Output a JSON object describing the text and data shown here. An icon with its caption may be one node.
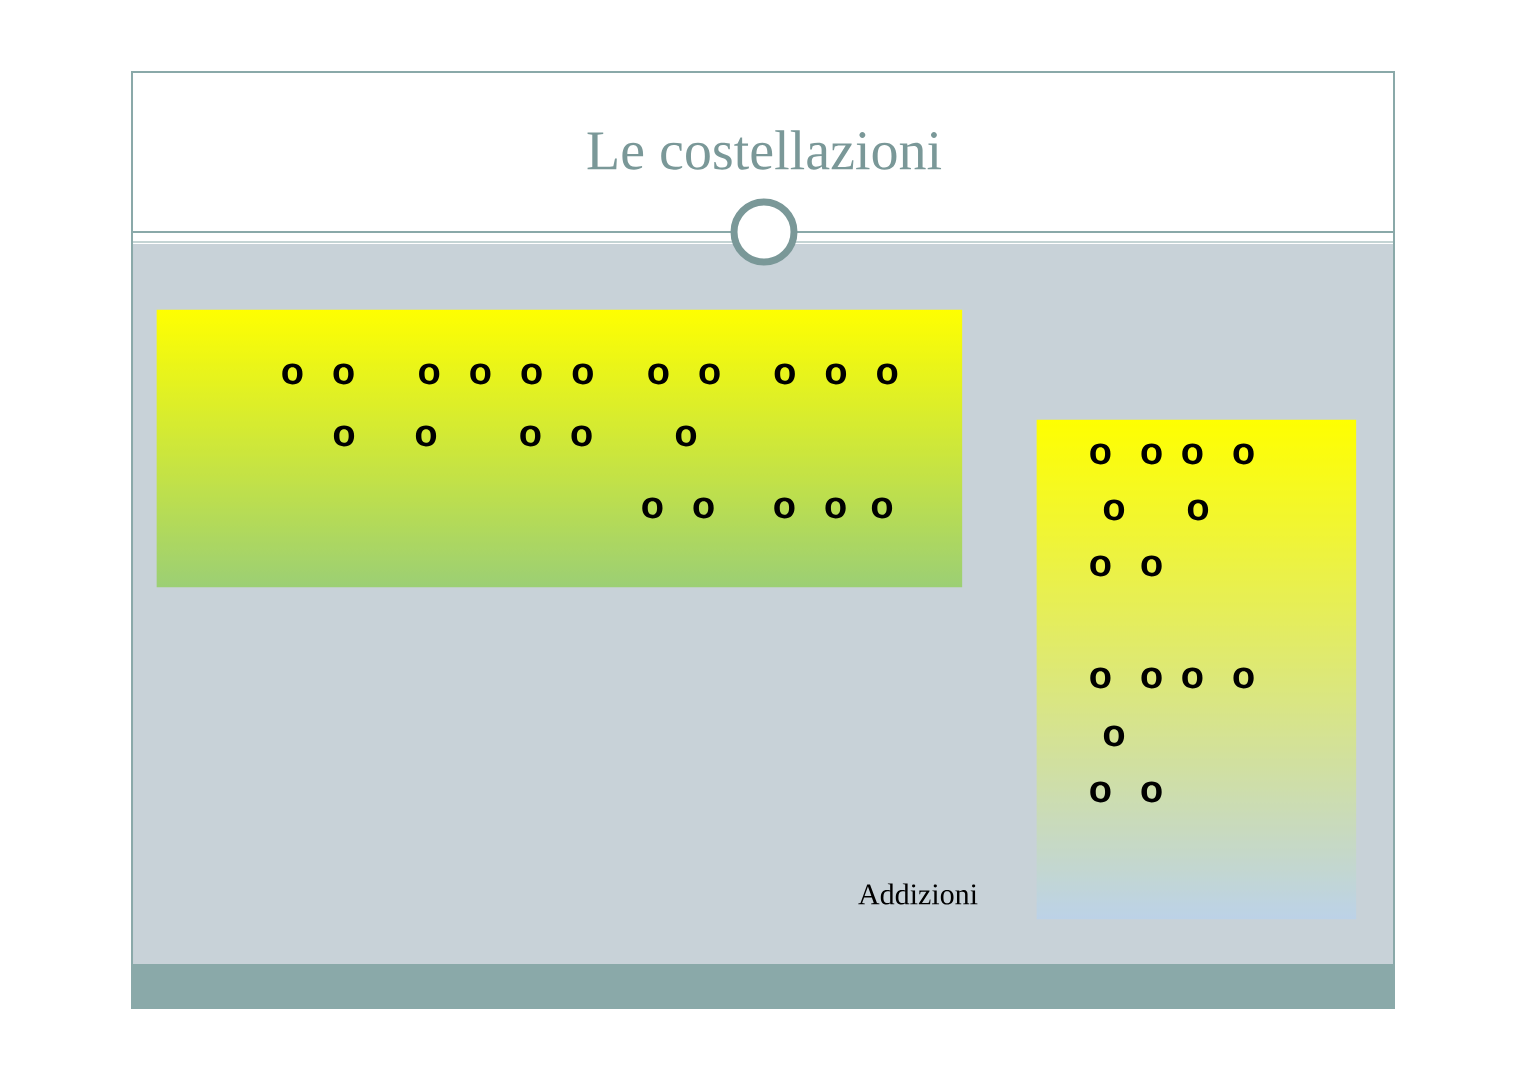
{
  "diagram": {
    "title": "Le costellazioni",
    "nodes": [
      {
        "text": [
          "o o",
          "o o o o",
          "o o",
          "o o o",
          "o",
          "o",
          "o o",
          "o",
          "o o",
          "o o",
          "o"
        ]
      },
      {
        "text": [
          "o o",
          "o o",
          "o",
          "o",
          "o o",
          "o o",
          "o o",
          "o",
          "o o"
        ]
      }
    ],
    "labels": [
      "Addizioni"
    ]
  }
}
